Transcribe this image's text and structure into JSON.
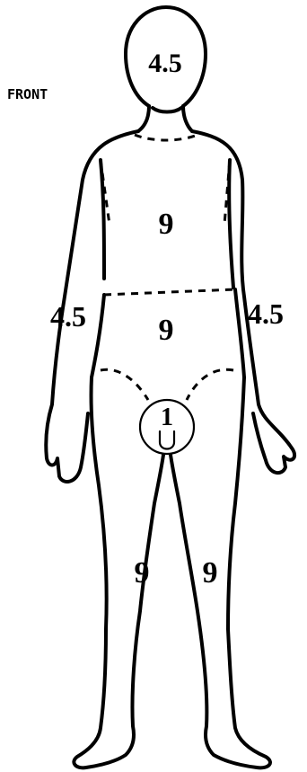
{
  "diagram": {
    "side_label": "FRONT",
    "regions": {
      "head": "4.5",
      "chest": "9",
      "abdomen": "9",
      "right_arm": "4.5",
      "left_arm": "4.5",
      "genitals": "1",
      "right_leg": "9",
      "left_leg": "9"
    },
    "genital_symbol": "U"
  }
}
